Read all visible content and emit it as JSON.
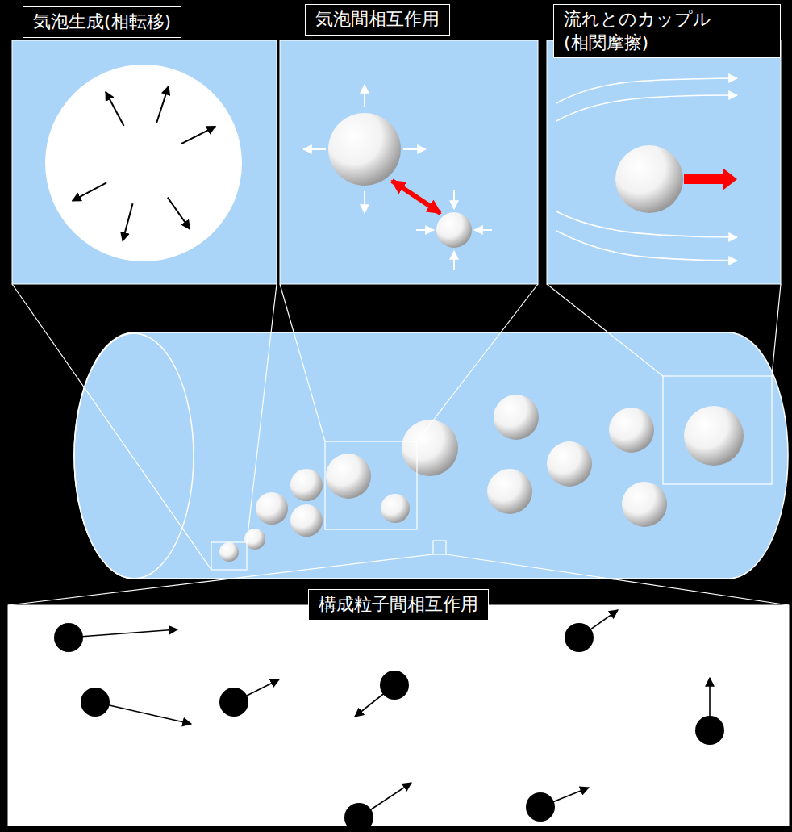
{
  "diagram": {
    "nodes": [
      {
        "text": [
          "気泡生成(相転移)"
        ]
      },
      {
        "text": [
          "気泡間相互作用"
        ]
      },
      {
        "text": [
          "流れとのカップル (相関摩擦)"
        ]
      },
      {
        "text": [
          "構成粒子間相互作用"
        ]
      }
    ]
  }
}
